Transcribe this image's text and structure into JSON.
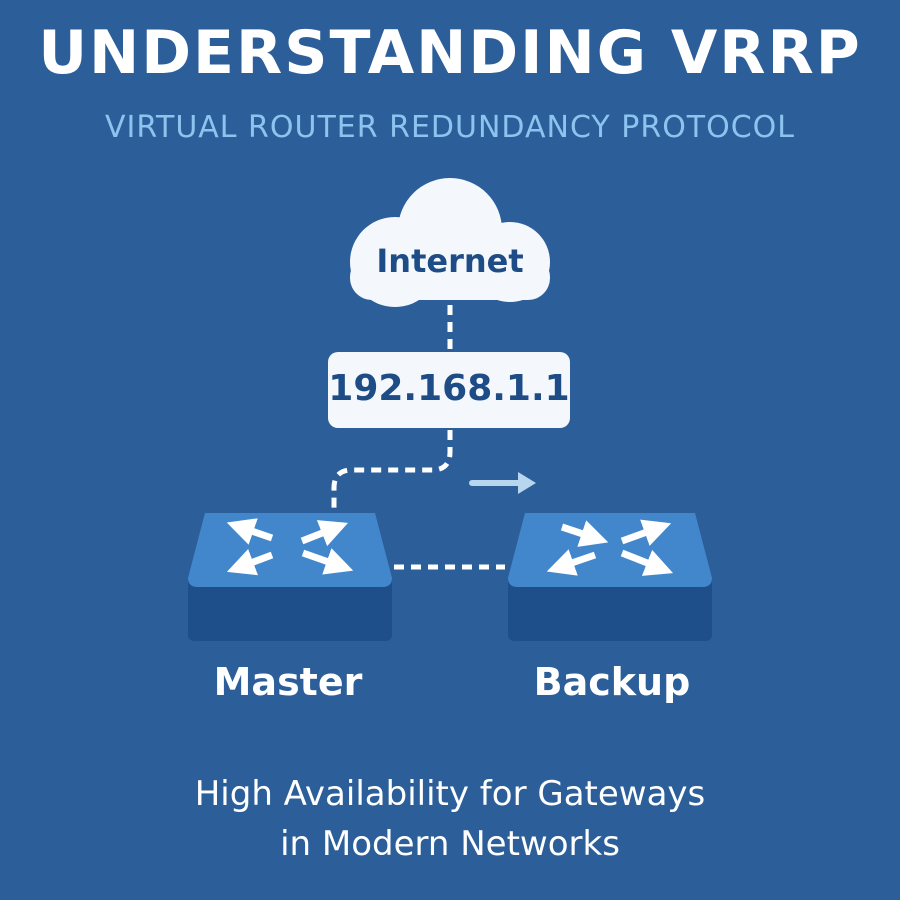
{
  "title": "UNDERSTANDING VRRP",
  "subtitle": "VIRTUAL ROUTER REDUNDANCY PROTOCOL",
  "diagram": {
    "cloud_label": "Internet",
    "virtual_ip": "192.168.1.1",
    "routers": [
      {
        "label": "Master",
        "icon": "router-switch-icon"
      },
      {
        "label": "Backup",
        "icon": "router-switch-icon"
      }
    ],
    "failover_arrow": "arrow-right-icon"
  },
  "caption": {
    "line1": "High Availability for Gateways",
    "line2": "in Modern Networks"
  },
  "colors": {
    "background": "#2c5f99",
    "subtitle": "#8cc4ef",
    "router_top": "#4287cc",
    "router_base": "#1f4f8a"
  }
}
